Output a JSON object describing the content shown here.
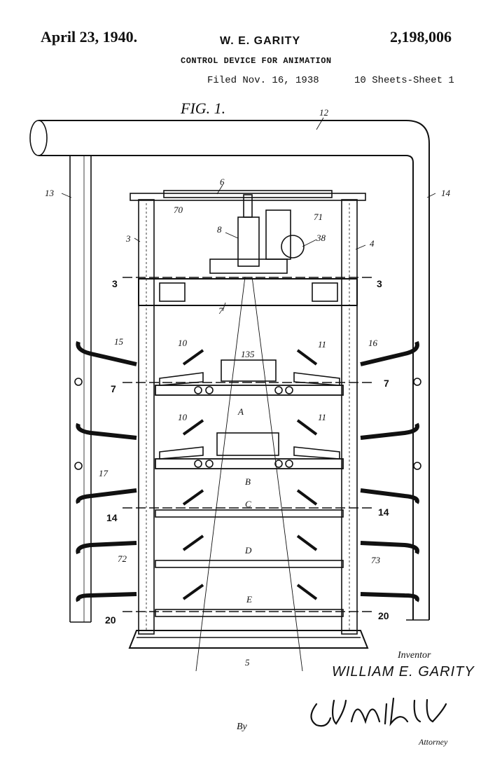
{
  "header": {
    "date": "April 23, 1940.",
    "inventor": "W. E. GARITY",
    "patent_number": "2,198,006",
    "title": "CONTROL DEVICE FOR ANIMATION",
    "filed": "Filed Nov. 16, 1938",
    "sheets": "10 Sheets-Sheet 1"
  },
  "figure": {
    "label": "FIG. 1.",
    "refs": {
      "r3": "3",
      "r4": "4",
      "r5": "5",
      "r6": "6",
      "r7": "7",
      "r8": "8",
      "r10": "10",
      "r11": "11",
      "r12": "12",
      "r13": "13",
      "r14": "14",
      "r15": "15",
      "r16": "16",
      "r17": "17",
      "r38": "38",
      "r70": "70",
      "r71": "71",
      "r72": "72",
      "r73": "73",
      "r135": "135",
      "A": "A",
      "B": "B",
      "C": "C",
      "D": "D",
      "E": "E"
    },
    "sections": {
      "s3": "3",
      "s7": "7",
      "s14": "14",
      "s20": "20"
    }
  },
  "footer": {
    "inventor_word": "Inventor",
    "inventor_name": "WILLIAM E. GARITY",
    "by": "By",
    "attorney": "Attorney"
  }
}
